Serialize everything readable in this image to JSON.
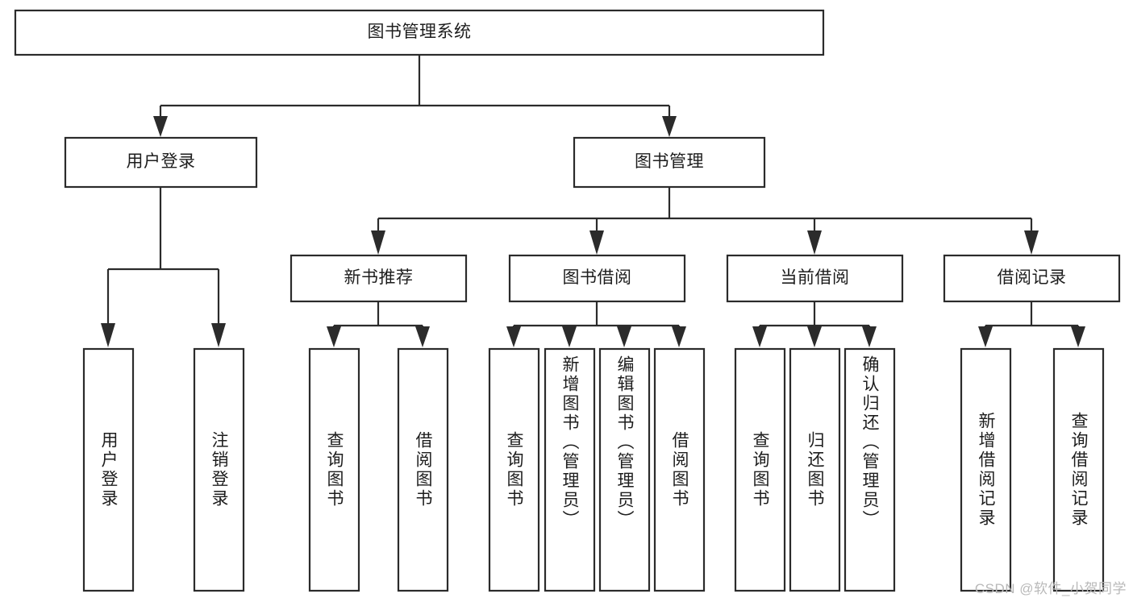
{
  "diagram": {
    "title": "图书管理系统",
    "type": "hierarchy-tree",
    "root": {
      "id": "root",
      "label": "图书管理系统",
      "orientation": "horizontal"
    },
    "level2": [
      {
        "id": "user-login",
        "label": "用户登录",
        "orientation": "horizontal"
      },
      {
        "id": "book-management",
        "label": "图书管理",
        "orientation": "horizontal"
      }
    ],
    "level3": [
      {
        "id": "new-book-recommend",
        "label": "新书推荐",
        "orientation": "horizontal"
      },
      {
        "id": "book-borrow",
        "label": "图书借阅",
        "orientation": "horizontal"
      },
      {
        "id": "current-borrow",
        "label": "当前借阅",
        "orientation": "horizontal"
      },
      {
        "id": "borrow-record",
        "label": "借阅记录",
        "orientation": "horizontal"
      }
    ],
    "leaves": [
      {
        "id": "leaf-user-login",
        "label": "用户登录",
        "parent": "user-login",
        "orientation": "vertical"
      },
      {
        "id": "leaf-logout-login",
        "label": "注销登录",
        "parent": "user-login",
        "orientation": "vertical"
      },
      {
        "id": "leaf-query-book-1",
        "label": "查询图书",
        "parent": "new-book-recommend",
        "orientation": "vertical"
      },
      {
        "id": "leaf-borrow-book-1",
        "label": "借阅图书",
        "parent": "new-book-recommend",
        "orientation": "vertical"
      },
      {
        "id": "leaf-query-book-2",
        "label": "查询图书",
        "parent": "book-borrow",
        "orientation": "vertical"
      },
      {
        "id": "leaf-add-book",
        "label": "新增图书（管理员）",
        "parent": "book-borrow",
        "orientation": "vertical"
      },
      {
        "id": "leaf-edit-book",
        "label": "编辑图书（管理员）",
        "parent": "book-borrow",
        "orientation": "vertical"
      },
      {
        "id": "leaf-borrow-book-2",
        "label": "借阅图书",
        "parent": "book-borrow",
        "orientation": "vertical"
      },
      {
        "id": "leaf-query-book-3",
        "label": "查询图书",
        "parent": "current-borrow",
        "orientation": "vertical"
      },
      {
        "id": "leaf-return-book",
        "label": "归还图书",
        "parent": "current-borrow",
        "orientation": "vertical"
      },
      {
        "id": "leaf-confirm-return",
        "label": "确认归还（管理员）",
        "parent": "current-borrow",
        "orientation": "vertical"
      },
      {
        "id": "leaf-add-record",
        "label": "新增借阅记录",
        "parent": "borrow-record",
        "orientation": "vertical"
      },
      {
        "id": "leaf-query-record",
        "label": "查询借阅记录",
        "parent": "borrow-record",
        "orientation": "vertical"
      }
    ],
    "watermark": "CSDN @软件_小贺同学",
    "colors": {
      "stroke": "#2b2b2b",
      "fill": "#ffffff",
      "text": "#1d1d1d",
      "watermark": "#b9b9b9"
    }
  }
}
